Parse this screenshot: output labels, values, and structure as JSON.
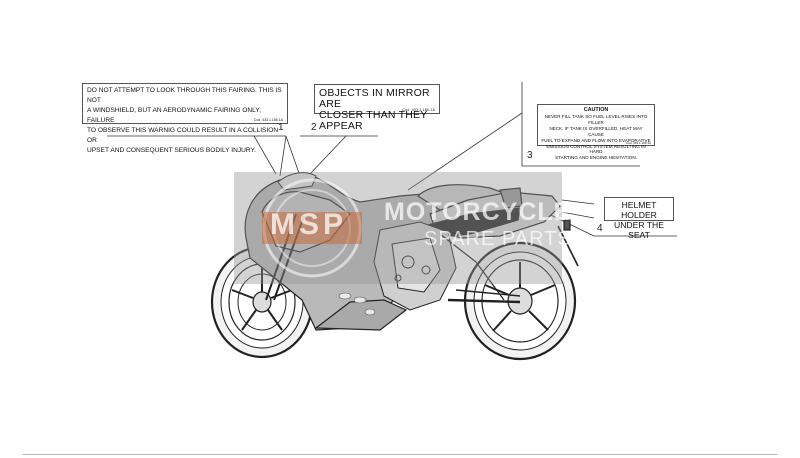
{
  "labels": [
    {
      "id": "1",
      "lines": [
        "DO NOT ATTEMPT TO LOOK THROUGH THIS FAIRING. THIS IS NOT",
        "A WINDSHIELD, BUT AN AERODYNAMIC FAIRING ONLY; FAILURE",
        "TO OBSERVE THIS WARNIG COULD RESULT IN A COLLISION OR",
        "UPSET AND CONSEQUENT SERIOUS BODILY INJURY."
      ],
      "code": "Cod. 433.1.185.1A"
    },
    {
      "id": "2",
      "lines": [
        "OBJECTS IN MIRROR ARE",
        "CLOSER THAN THEY APPEAR"
      ],
      "code": "Cod. 433.1.186.1A"
    },
    {
      "id": "3",
      "heading": "CAUTION",
      "lines": [
        "NEVER FILL TANK SO FUEL LEVEL RISES INTO FILLER",
        "NECK. IF TANK IS OVERFILLED, HEAT MAY CAUSE",
        "FUEL TO EXPAND AND FLOW INTO EVAPORATIVE",
        "EMISSION CONTROL SYSTEM RESULTING IN HARD",
        "STARTING AND ENGINE HESITATION."
      ],
      "code": "Cod. 433.1.190.1A"
    },
    {
      "id": "4",
      "lines": [
        "HELMET HOLDER",
        "UNDER THE SEAT"
      ]
    }
  ],
  "callouts": [
    "1",
    "2",
    "3",
    "4"
  ],
  "watermark": {
    "badge": "MSP",
    "brand_line1": "MOTORCYCLE",
    "brand_line2": "SPARE PARTS",
    "color": "#c56a3b"
  }
}
